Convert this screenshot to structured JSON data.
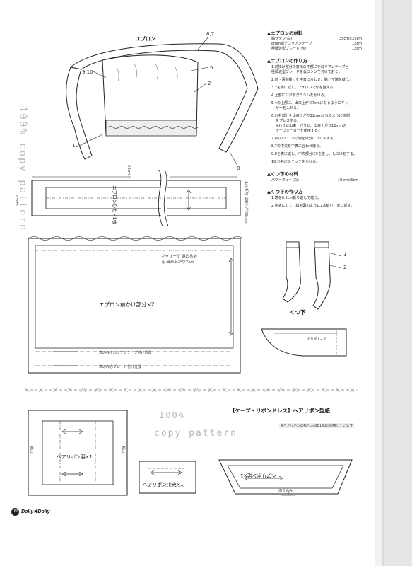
{
  "watermark": {
    "percent": "100%",
    "text": "copy pattern"
  },
  "apron": {
    "title": "エプロン",
    "callouts": [
      "6,7",
      "5",
      "2",
      "9,10",
      "1",
      "8"
    ],
    "tie_piece_label": "エプロンひも×1枚",
    "width_label": "34cm",
    "height_label": "2.5cm",
    "fold_note": "わに折り 出来上がり6mm",
    "front_label": "エプロン前かけ部分×2",
    "gather_note": "ギャザーで 縮めるめる 出来上がり7cm",
    "tape_note": "表のみチロリアンテープ付け位置",
    "braid_note": "表のみ赤ブレード付け位置"
  },
  "socks": {
    "title": "くつ下",
    "callouts": [
      "1",
      "2"
    ],
    "piece_label": "くつ下×2"
  },
  "materials": {
    "apron_materials_header": "エプロンの材料",
    "apron_materials": [
      {
        "name": "綿サテン(白)",
        "qty": "35cm×25cm"
      },
      {
        "name": "8mm幅チロリアンテープ",
        "qty": "12cm"
      },
      {
        "name": "極細波型ブレード(赤)",
        "qty": "12cm"
      }
    ],
    "apron_howto_header": "エプロンの作り方",
    "apron_steps": [
      "1.前掛け部分の表地の下部にチロリアンテープと",
      "極細波型ブレードを仮ミシンで付けておく。",
      "2.前・裏前掛けを中表に合わせ、脇と下端を縫う。",
      "3.2を表に返し、アイロンで形を整える。",
      "4.上部にジグザグミシンをかける。",
      "5.4の上部に、出来上がり7cmになるようにギャ",
      "ザーを入れる。",
      "6.ひも部分を出来上がり12mmになるように両側",
      "をプレスする。",
      "※わりに出来上がりに、出来上がり12mmの",
      "テープメーカーを使用する。",
      "7.6のアイロンで端を半分にプレスする。",
      "8.7の中央を中表に合わせ縫う。",
      "9.8を表に返し、中央部分に5を差し、しつけをする。",
      "10.ひもにステッチをかける。"
    ],
    "socks_materials_header": "くつ下の材料",
    "socks_materials": [
      {
        "name": "パワーネット(白)",
        "qty": "10cm×6cm"
      }
    ],
    "socks_howto_header": "くつ下の作り方",
    "socks_steps": [
      "1.端を0.5cm折り返して縫う。",
      "2.中表にして、端を図のように2本縫い、表に返す。"
    ]
  },
  "ribbon_section": {
    "heading": "【ケープ・リボンドレス】ヘアリボン型紙",
    "note": "※ヘアリボンの作り方はp140に掲載しています",
    "piece_wing": "ヘアリボン羽×1",
    "piece_center": "ヘアリボン中央×1",
    "piece_tail": "ヘアリボン足×1",
    "fold_mark": "折山",
    "cut_mark": "切り込み"
  },
  "footer": {
    "page_number": "168",
    "brand": "Dolly★Dolly"
  }
}
